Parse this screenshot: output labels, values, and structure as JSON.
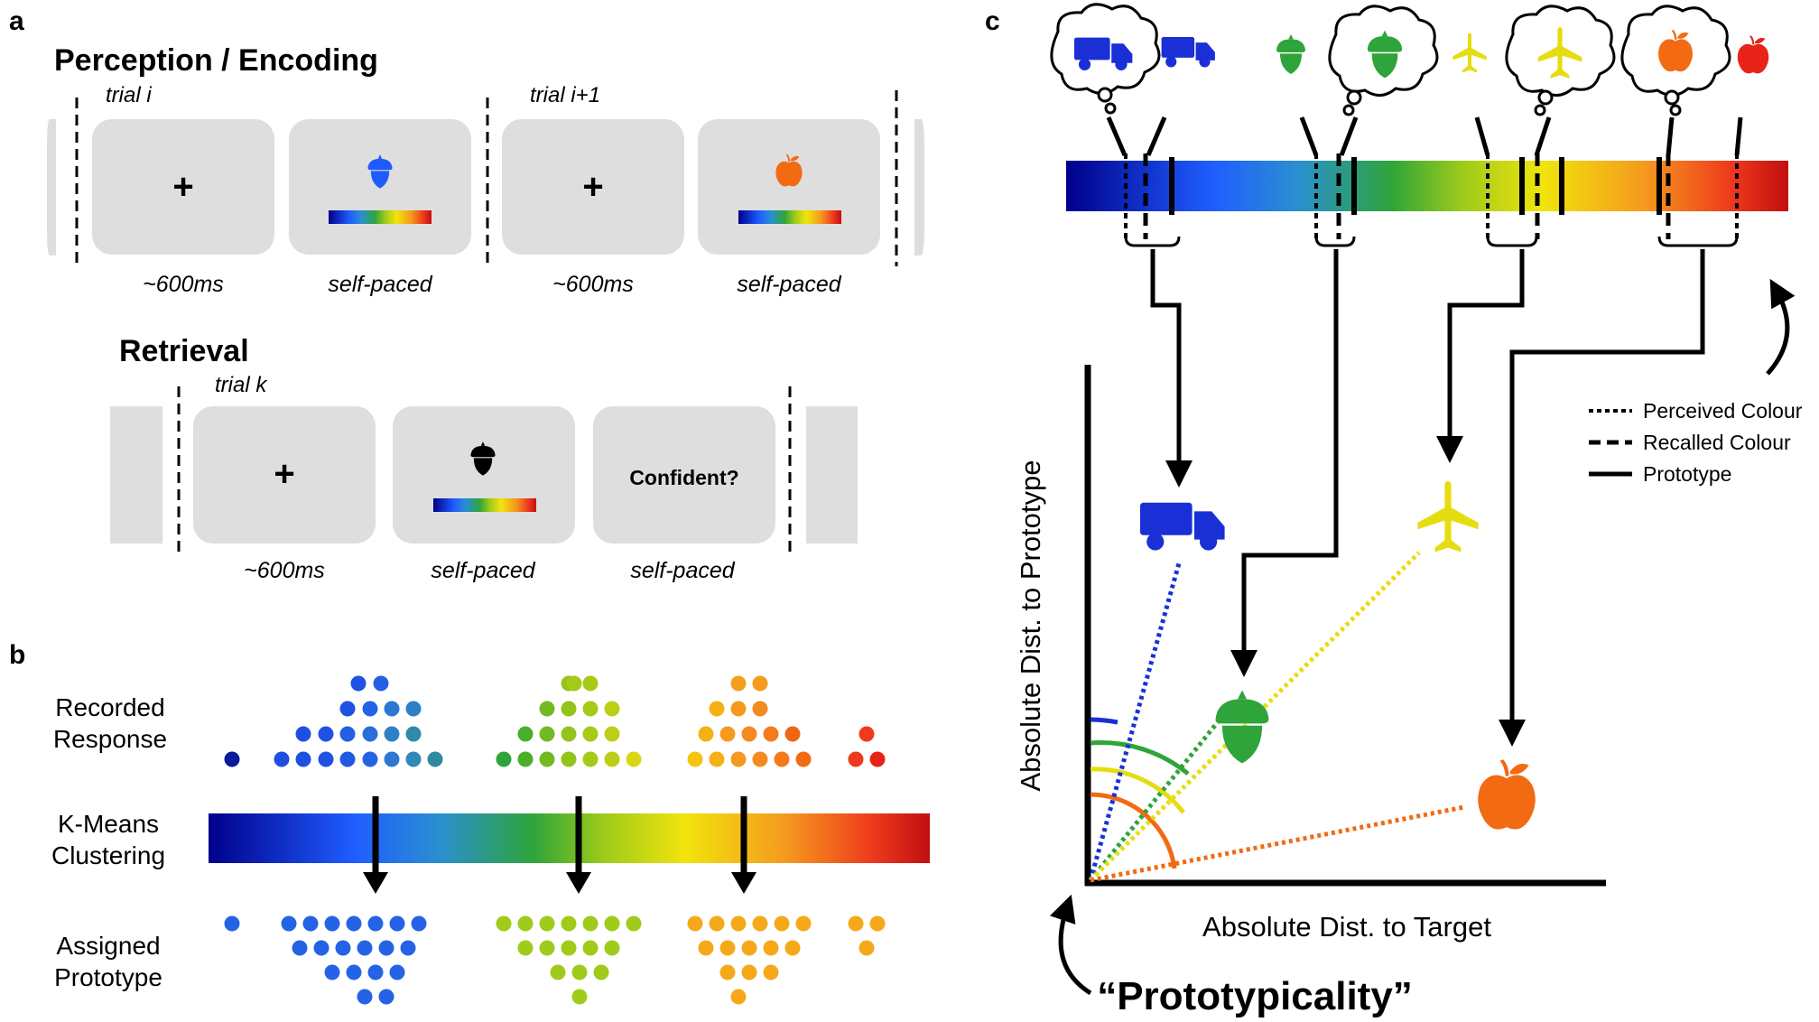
{
  "panel_a": {
    "letter": "a",
    "encoding": {
      "heading": "Perception / Encoding",
      "trial_i": "trial i",
      "trial_i1": "trial i+1",
      "time_fix_1": "~600ms",
      "time_resp_1": "self-paced",
      "time_fix_2": "~600ms",
      "time_resp_2": "self-paced",
      "fixation": "+"
    },
    "retrieval": {
      "heading": "Retrieval",
      "trial_k": "trial k",
      "time_fix": "~600ms",
      "time_resp": "self-paced",
      "time_conf": "self-paced",
      "confident": "Confident?",
      "fixation": "+"
    }
  },
  "panel_b": {
    "letter": "b",
    "recorded_l1": "Recorded",
    "recorded_l2": "Response",
    "kmeans_l1": "K-Means",
    "kmeans_l2": "Clustering",
    "assigned_l1": "Assigned",
    "assigned_l2": "Prototype"
  },
  "panel_c": {
    "letter": "c",
    "legend": {
      "perceived": "Perceived Colour",
      "recalled": "Recalled Colour",
      "prototype": "Prototype"
    },
    "y_axis": "Absolute Dist. to Prototype",
    "x_axis": "Absolute Dist. to Target",
    "quote": "“Prototypicality”",
    "objects": [
      {
        "name": "truck",
        "color": "#1a2fd6"
      },
      {
        "name": "acorn",
        "color": "#2ea43a"
      },
      {
        "name": "airplane",
        "color": "#e6dd10"
      },
      {
        "name": "apple",
        "color": "#f26a12"
      }
    ]
  },
  "colors": {
    "screen_gray": "#dedede",
    "truck_blue": "#1a2fd6",
    "acorn_green": "#2ea43a",
    "plane_yellow": "#e6dd10",
    "apple_orange": "#f26a12",
    "apple_red": "#e8231a"
  }
}
